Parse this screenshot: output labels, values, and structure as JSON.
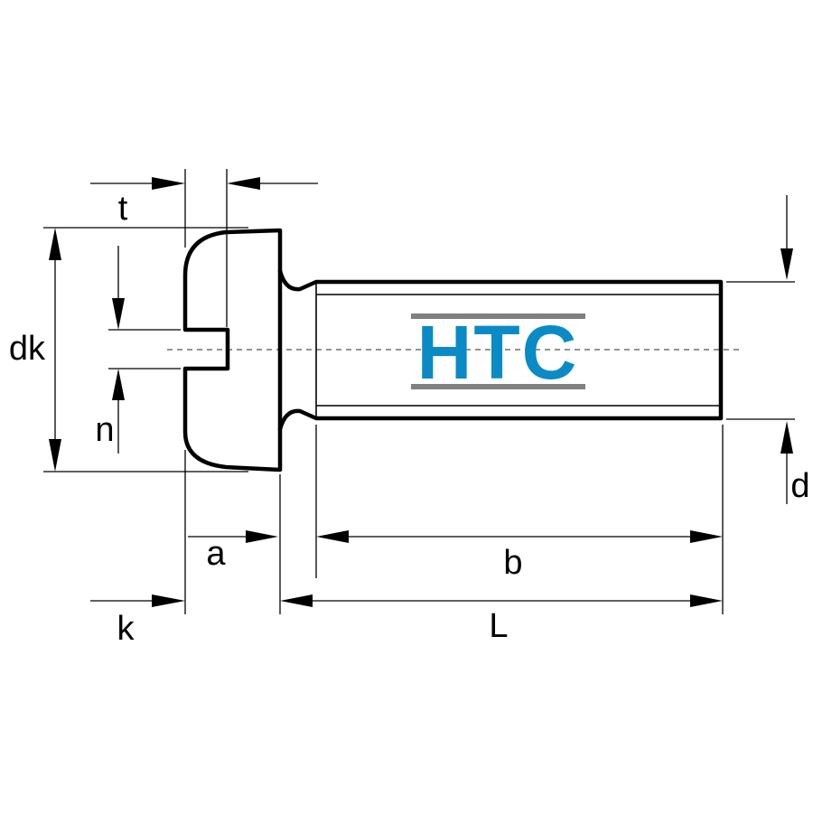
{
  "labels": {
    "t": "t",
    "dk": "dk",
    "n": "n",
    "a": "a",
    "b": "b",
    "k": "k",
    "L": "L",
    "d": "d"
  },
  "logo": {
    "text": "HTC",
    "text_color": "#0a8bc6",
    "bar_color": "#808080"
  }
}
